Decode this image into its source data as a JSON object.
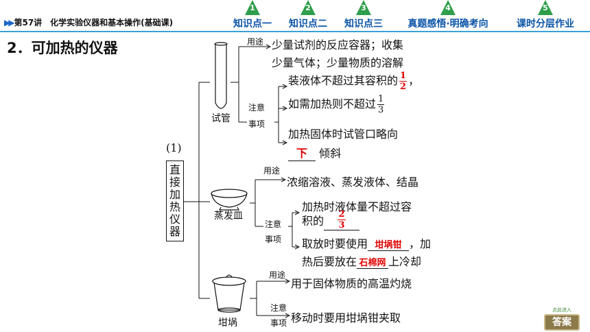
{
  "header": {
    "lesson": "第57讲　化学实验仪器和基本操作(基础课)",
    "nav": [
      {
        "num": "1",
        "label": "知识点一"
      },
      {
        "num": "2",
        "label": "知识点二"
      },
      {
        "num": "3",
        "label": "知识点三"
      },
      {
        "num": "4",
        "label": "真题感悟·明确考向"
      },
      {
        "num": "5",
        "label": "课时分层作业"
      }
    ]
  },
  "section_title": "2．可加热的仪器",
  "group": {
    "label": "(1)",
    "chars": [
      "直",
      "接",
      "加",
      "热",
      "仪",
      "器"
    ]
  },
  "test_tube": {
    "name": "试管",
    "use_tag": "用途",
    "use_line1": "少量试剂的反应容器；收集",
    "use_line2": "少量气体；少量物质的溶解",
    "note_tag_1": "注意",
    "note_tag_2": "事项",
    "n1_text": "装液体不超过其容积的",
    "n1_ans_num": "1",
    "n1_ans_den": "2",
    "n1_end": "，",
    "n2_text": "如需加热则不超过",
    "n2_num": "1",
    "n2_den": "3",
    "n3_line1": "加热固体时试管口略向",
    "n3_ans": "下",
    "n3_line2": "倾斜"
  },
  "dish": {
    "name": "蒸发皿",
    "use_tag": "用途",
    "use_text": "浓缩溶液、蒸发液体、结晶",
    "note_tag_1": "注意",
    "note_tag_2": "事项",
    "n1_line1": "加热时液体量不超过容",
    "n1_line2": "积的",
    "n1_ans_num": "2",
    "n1_ans_den": "3",
    "n2_text": "取放时要使用",
    "n2_ans": "坩埚钳",
    "n2_end": "，加",
    "n3_text": "热后要放在",
    "n3_ans": "石棉网",
    "n3_end": "上冷却"
  },
  "crucible": {
    "name": "坩埚",
    "use_tag": "用途",
    "use_text": "用于固体物质的高温灼烧",
    "note_tag_1": "注意",
    "note_tag_2": "事项",
    "note_text": "移动时要用坩埚钳夹取"
  },
  "answer_button": {
    "tip": "点此进入",
    "label": "答案"
  }
}
